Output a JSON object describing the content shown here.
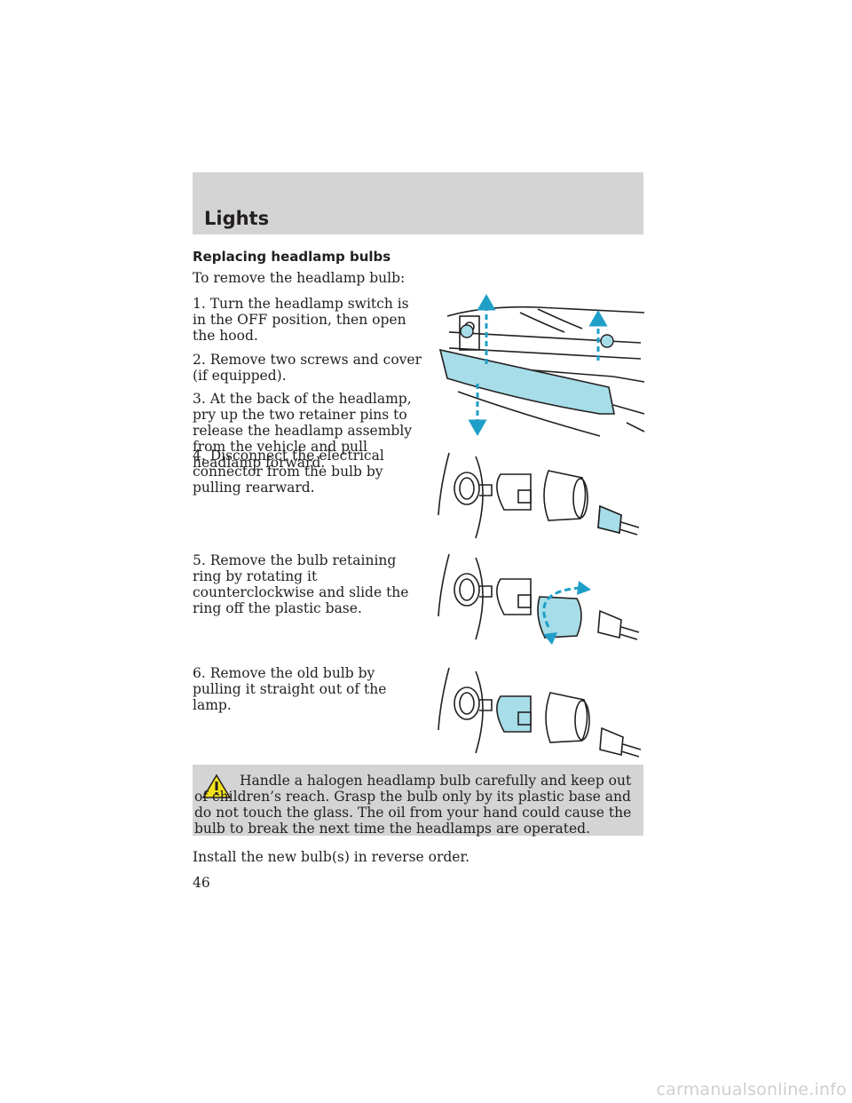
{
  "header": {
    "title": "Lights"
  },
  "section": {
    "title": "Replacing headlamp bulbs"
  },
  "intro": "To remove the headlamp bulb:",
  "steps": [
    "1. Turn the headlamp switch is in the OFF position, then open the hood.",
    "2. Remove two screws and cover (if equipped).",
    "3. At the back of the headlamp, pry up the two retainer pins to release the headlamp assembly from the vehicle and pull headlamp forward.",
    "4. Disconnect the electrical connector from the bulb by pulling rearward.",
    "5. Remove the bulb retaining ring by rotating it counterclockwise and slide the ring off the plastic base.",
    "6. Remove the old bulb by pulling it straight out of the lamp."
  ],
  "warning": {
    "icon": "warning-triangle-icon",
    "text": "Handle a halogen headlamp bulb carefully and keep out of children’s reach. Grasp the bulb only by its plastic base and do not touch the glass. The oil from your hand could cause the bulb to break the next time the headlamps are operated."
  },
  "closing": "Install the new bulb(s) in reverse order.",
  "page_number": "46",
  "footer": {
    "url": "carmanualsonline.info"
  },
  "colors": {
    "highlight": "#a6dde8",
    "arrow": "#1f9fc8",
    "band": "#d4d4d4",
    "warning_yellow": "#f3e21a"
  }
}
